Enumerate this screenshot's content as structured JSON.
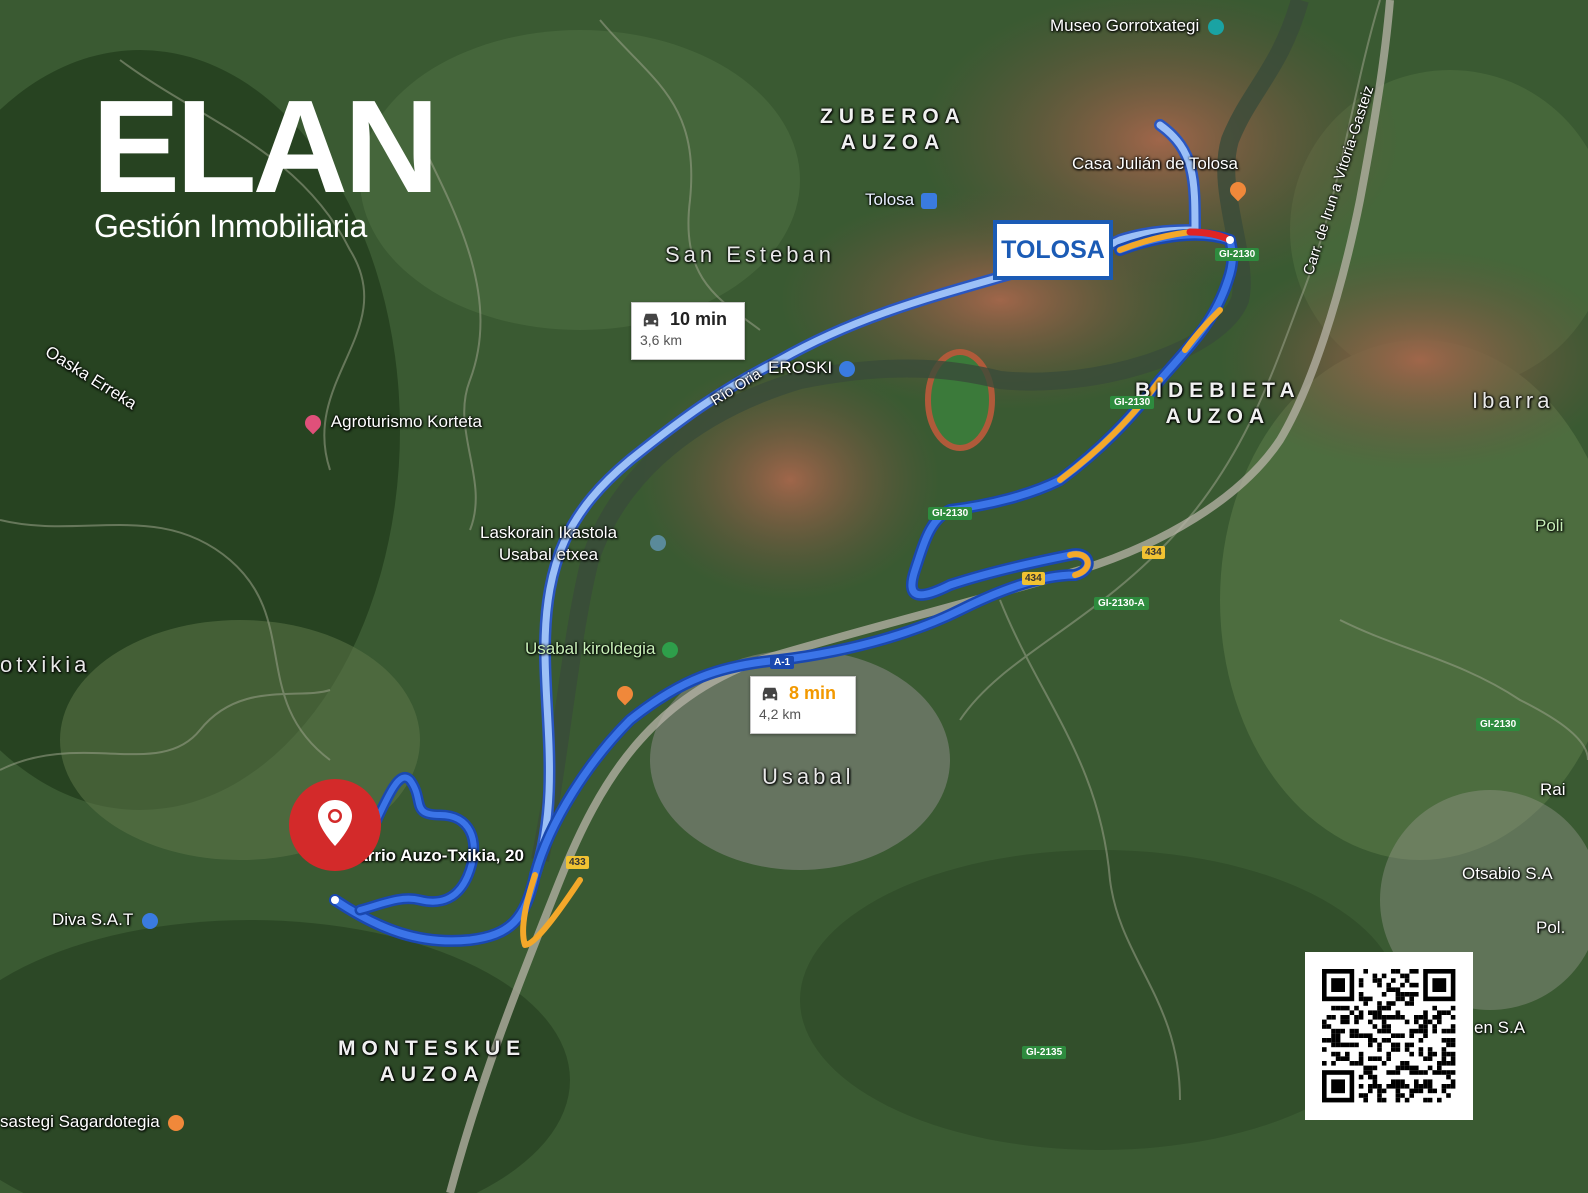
{
  "brand": {
    "name": "ELAN",
    "subtitle": "Gestión Inmobiliaria"
  },
  "destination_label": "TOLOSA",
  "routes": [
    {
      "time": "10 min",
      "distance": "3,6 km",
      "color": "#8ab4f8"
    },
    {
      "time": "8 min",
      "distance": "4,2 km",
      "color": "#1a73e8",
      "time_color": "#f29900"
    }
  ],
  "origin_label": "Barrio Auzo-Txikia, 20",
  "traffic_colors": {
    "main": "#3367d6",
    "slow": "#f4a82a",
    "jam": "#e02424"
  },
  "areas": [
    {
      "key": "zuberoa",
      "text": "ZUBEROA\nAUZOA"
    },
    {
      "key": "bidebieta",
      "text": "BIDEBIETA\nAUZOA"
    },
    {
      "key": "monteskue",
      "text": "MONTESKUE\nAUZOA"
    }
  ],
  "places": {
    "museo": "Museo Gorrotxategi",
    "casa": "Casa Julián de Tolosa",
    "tolosa_station": "Tolosa",
    "san_esteban": "San Esteban",
    "oaska": "Oaska Erreka",
    "agroturismo": "Agroturismo Korteta",
    "rio_oria": "Río Oria",
    "eroski": "EROSKI",
    "laskorain": "Laskorain Ikastola\nUsabal etxea",
    "usabal_kirol": "Usabal kiroldegia",
    "usabal": "Usabal",
    "diva": "Diva S.A.T",
    "sagardotegia": "sastegi Sagardotegia",
    "otxikia": "otxikia",
    "ibarra": "Ibarra",
    "carretera": "Carr. de Irun a Vitoria-Gasteiz",
    "poli": "Poli",
    "rai": "Rai",
    "otsabio": "Otsabio S.A",
    "pol": "Pol.",
    "en_sa": "en S.A"
  },
  "road_shields": [
    "GI-2130",
    "GI-2130",
    "GI-2130",
    "434",
    "434",
    "GI-2130-A",
    "A-1",
    "433",
    "GI-2130",
    "GI-2135"
  ],
  "icons": [
    "map-pin-icon",
    "car-icon",
    "train-icon",
    "museum-icon",
    "restaurant-icon",
    "shopping-icon",
    "school-icon",
    "sports-icon",
    "bar-icon",
    "hotel-icon",
    "store-icon",
    "qr-code"
  ]
}
